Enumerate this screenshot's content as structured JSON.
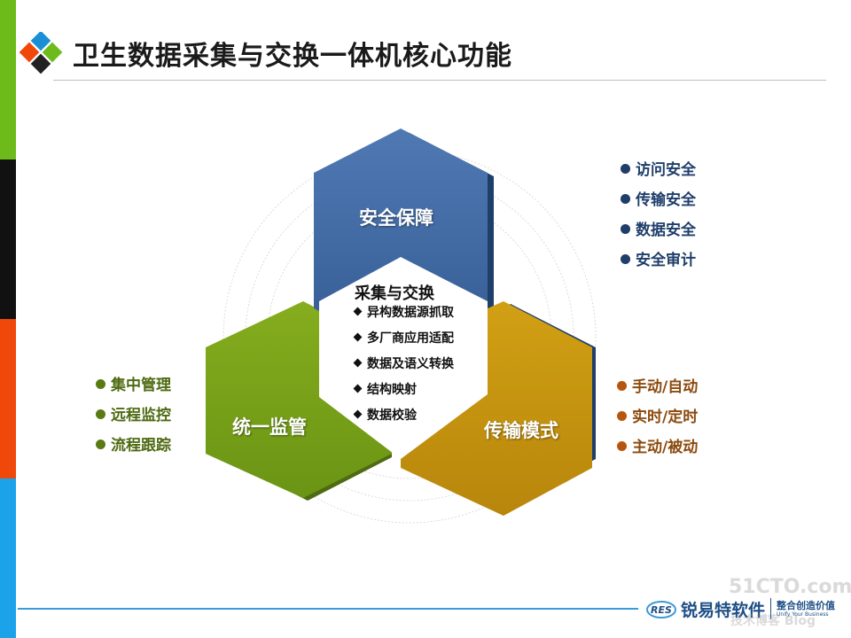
{
  "page": {
    "title": "卫生数据采集与交换一体机核心功能",
    "colors": {
      "security": "#3f68a0",
      "monitor": "#78a11e",
      "mode": "#c8940c",
      "side_bars": [
        "#6dbb1a",
        "#111111",
        "#f0480a",
        "#1ca2e8"
      ]
    }
  },
  "security": {
    "label": "安全保障",
    "items": [
      "访问安全",
      "传输安全",
      "数据安全",
      "安全审计"
    ]
  },
  "monitor": {
    "label": "统一监管",
    "items": [
      "集中管理",
      "远程监控",
      "流程跟踪"
    ]
  },
  "mode": {
    "label": "传输模式",
    "items": [
      "手动/自动",
      "实时/定时",
      "主动/被动"
    ]
  },
  "core": {
    "title": "采集与交换",
    "items": [
      "异构数据源抓取",
      "多厂商应用适配",
      "数据及语义转换",
      "结构映射",
      "数据校验"
    ]
  },
  "footer": {
    "brand": "锐易特软件",
    "slogan": "整合创造价值",
    "slogan_en": "Unify Your Business",
    "logo_letters": "RES",
    "watermark": "51CTO.com",
    "watermark_sub": "技术博客 Blog"
  }
}
